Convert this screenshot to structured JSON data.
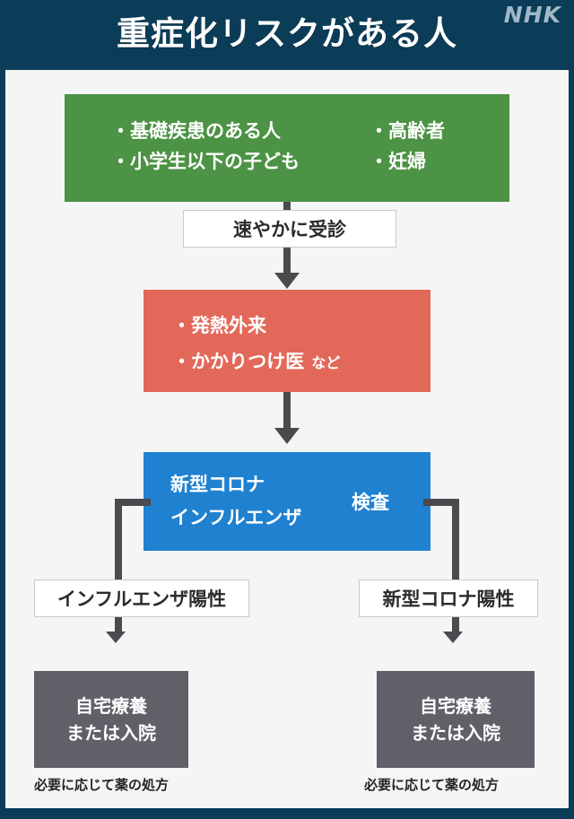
{
  "header": {
    "title": "重症化リスクがある人",
    "logo": "NHK"
  },
  "flow": {
    "risk_group": {
      "color": "#4c9345",
      "left_items": [
        "・基礎疾患のある人",
        "・小学生以下の子ども"
      ],
      "right_items": [
        "・高齢者",
        "・妊婦"
      ]
    },
    "action_label": "速やかに受診",
    "clinic": {
      "color": "#e2695a",
      "item1": "・発熱外来",
      "item2": "・かかりつけ医",
      "item2_suffix": "など"
    },
    "test": {
      "color": "#1f81d0",
      "line1": "新型コロナ",
      "line2": "インフルエンザ",
      "suffix": "検査"
    },
    "branches": [
      {
        "label": "インフルエンザ陽性",
        "outcome_line1": "自宅療養",
        "outcome_line2": "または入院",
        "note": "必要に応じて薬の処方"
      },
      {
        "label": "新型コロナ陽性",
        "outcome_line1": "自宅療養",
        "outcome_line2": "または入院",
        "note": "必要に応じて薬の処方"
      }
    ]
  }
}
